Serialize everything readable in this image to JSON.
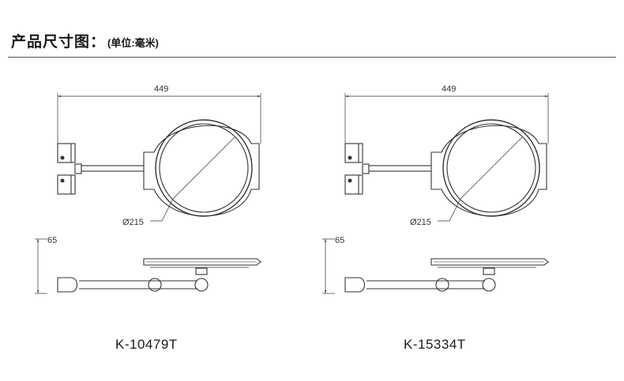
{
  "header": {
    "title": "产品尺寸图：",
    "unit": "(单位:毫米)"
  },
  "products": [
    {
      "model": "K-10479T",
      "width_dim": "449",
      "diameter_dim": "Ø215",
      "height_dim": "65"
    },
    {
      "model": "K-15334T",
      "width_dim": "449",
      "diameter_dim": "Ø215",
      "height_dim": "65"
    }
  ]
}
